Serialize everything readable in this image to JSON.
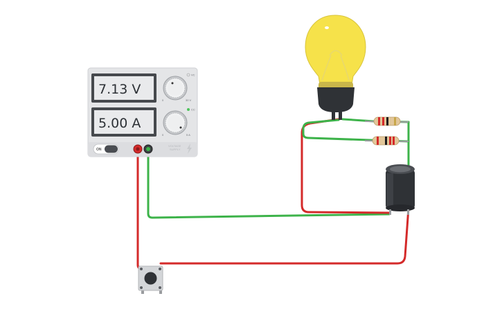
{
  "power_supply": {
    "voltage_display": "7.13 V",
    "current_display": "5.00 A",
    "voltage_knob": {
      "min_label": "0",
      "max_label": "30 V",
      "indicator_label": "VC"
    },
    "current_knob": {
      "min_label": "0",
      "max_label": "5 A",
      "indicator_label": "CC"
    },
    "switch_label": "ON",
    "brand_line1": "VOLTAGE",
    "brand_line2": "SUPPLY"
  },
  "colors": {
    "wire_red": "#d42a2a",
    "wire_green": "#3db34a",
    "bulb_glass": "#f6e24a",
    "cc_indicator": "#4cc35a",
    "supply_body": "#e4e5e7",
    "lcd": "#e9eaec"
  },
  "components": {
    "bulb": "light-bulb-icon",
    "resistor_top": "resistor-icon",
    "resistor_bottom": "resistor-icon",
    "capacitor": "capacitor-icon",
    "pushbutton": "pushbutton-icon"
  }
}
